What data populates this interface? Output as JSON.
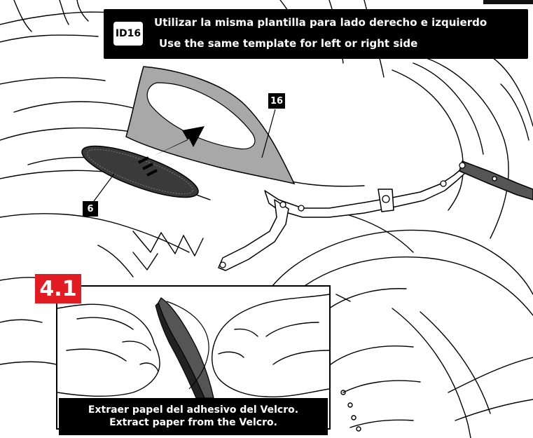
{
  "callout": {
    "id_badge": "ID16",
    "line_es": "Utilizar la misma plantilla para lado derecho e izquierdo",
    "line_en": "Use the same template for left or right side"
  },
  "part_labels": {
    "template": "16",
    "velcro": "6"
  },
  "step": {
    "number": "4.1",
    "caption_es": "Extraer papel del adhesivo del Velcro.",
    "caption_en": "Extract paper from the Velcro."
  },
  "colors": {
    "step_accent": "#e31b23",
    "template_fill": "#a8a8a8",
    "velcro_fill": "#3a3a3a",
    "ink": "#000000"
  },
  "icons": {
    "arrow": "push-direction-arrow"
  }
}
